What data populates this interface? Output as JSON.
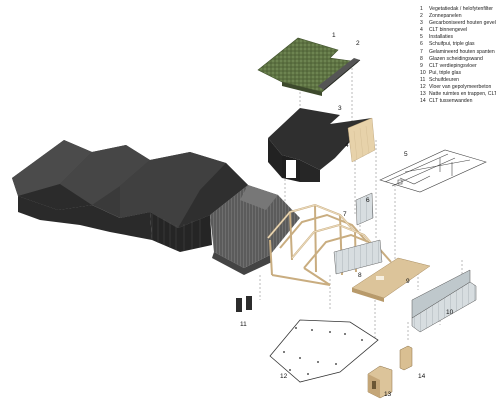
{
  "legend": [
    {
      "num": "1",
      "text": "Vegetatiedak / helofytenfilter"
    },
    {
      "num": "2",
      "text": "Zonnepanelen"
    },
    {
      "num": "3",
      "text": "Gecarboniseerd houten gevel"
    },
    {
      "num": "4",
      "text": "CLT binnengevel"
    },
    {
      "num": "5",
      "text": "Installaties"
    },
    {
      "num": "6",
      "text": "Schuifpui, triple glas"
    },
    {
      "num": "7",
      "text": "Gelamineerd houten spanten"
    },
    {
      "num": "8",
      "text": "Glazen scheidingswand"
    },
    {
      "num": "9",
      "text": "CLT verdiepingsvloer"
    },
    {
      "num": "10",
      "text": "Pui, triple glas"
    },
    {
      "num": "11",
      "text": "Schuifdeuren"
    },
    {
      "num": "12",
      "text": "Vloer van gepolymeerbeton"
    },
    {
      "num": "13",
      "text": "Natte ruimtes en trappen, CLT"
    },
    {
      "num": "14",
      "text": "CLT tussenwanden"
    }
  ],
  "callouts": {
    "c1": "1",
    "c2": "2",
    "c3": "3",
    "c4": "4",
    "c5": "5",
    "c6": "6",
    "c7": "7",
    "c8": "8",
    "c9": "9",
    "c10": "10",
    "c11": "11",
    "c12": "12",
    "c13": "13",
    "c14": "14"
  },
  "colors": {
    "roof_dark": "#2e2e2e",
    "roof_mid": "#3c3c3c",
    "roof_light": "#4a4a4a",
    "green_roof": "#5a6e3e",
    "timber": "#e6cfa8",
    "glass": "#c9d2d4",
    "clt": "#d8bd8e"
  }
}
